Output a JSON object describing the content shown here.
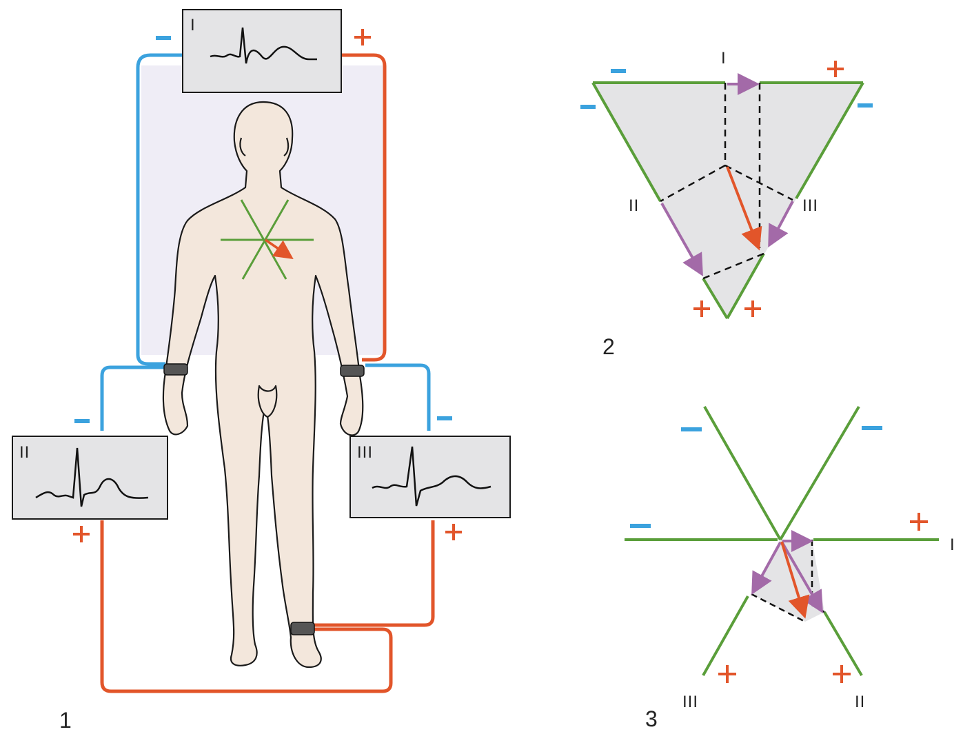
{
  "figures": [
    {
      "id": "1",
      "label": "1"
    },
    {
      "id": "2",
      "label": "2"
    },
    {
      "id": "3",
      "label": "3"
    }
  ],
  "leads": {
    "I": "I",
    "II": "II",
    "III": "III"
  },
  "signs": {
    "minus": "−",
    "plus": "+"
  },
  "colors": {
    "negative_wire": "#3ba2de",
    "positive_wire": "#e2552a",
    "lead_axis": "#5a9e3a",
    "projection": "#a36aa8",
    "vector": "#e2552a",
    "body": "#f3e7dc",
    "ecg_box": "#e4e4e6"
  },
  "icons": [
    "human-body-figure",
    "ecg-trace",
    "wrist-electrode",
    "ankle-electrode"
  ]
}
